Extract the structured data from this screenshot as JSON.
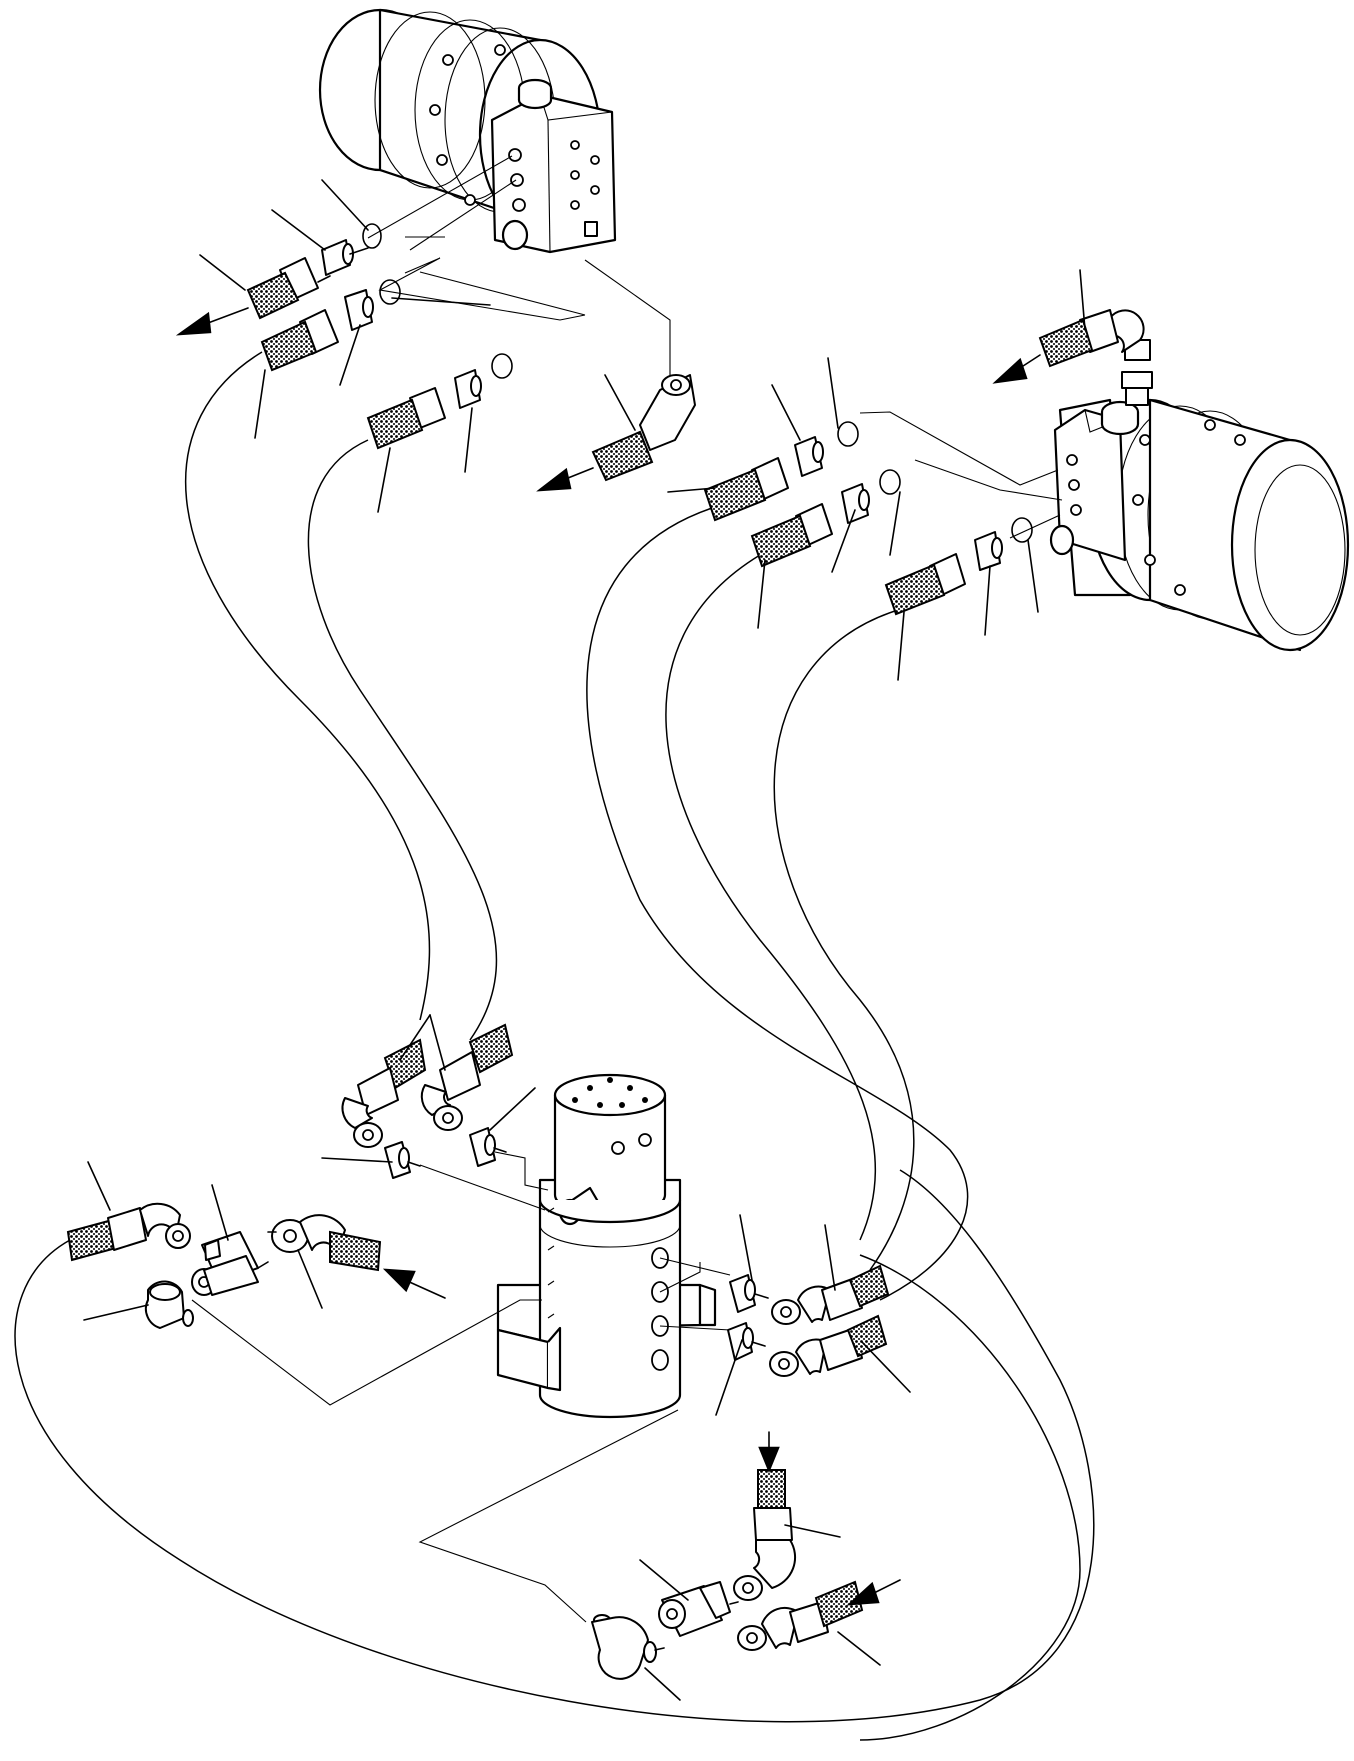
{
  "diagram": {
    "type": "hydraulic-piping-exploded-view",
    "components": [
      "travel-motor-left",
      "travel-motor-right",
      "swivel-joint",
      "tee-fitting-lower-left",
      "tee-fitting-bottom"
    ],
    "labels": []
  }
}
